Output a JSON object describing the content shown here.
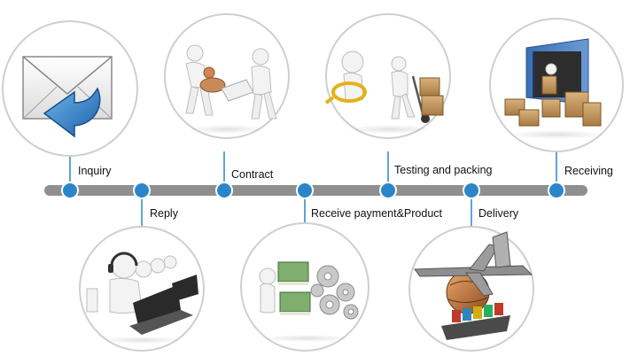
{
  "steps": [
    {
      "label": "Inquiry",
      "icon": "envelope-reply-icon"
    },
    {
      "label": "Reply",
      "icon": "call-center-headset-icon"
    },
    {
      "label": "Contract",
      "icon": "contract-stamp-handshake-icon"
    },
    {
      "label": "Receive payment&Product",
      "icon": "money-gears-icon"
    },
    {
      "label": "Testing and packing",
      "icon": "magnifier-handtruck-boxes-icon"
    },
    {
      "label": "Delivery",
      "icon": "airplane-globe-ship-icon"
    },
    {
      "label": "Receiving",
      "icon": "container-boxes-icon"
    }
  ],
  "colors": {
    "timeline_bar": "#8f8f8f",
    "node_fill": "#2a86c8",
    "node_ring": "#ffffff",
    "circle_border": "#cfcfcf",
    "connector": "#2a86c8"
  }
}
